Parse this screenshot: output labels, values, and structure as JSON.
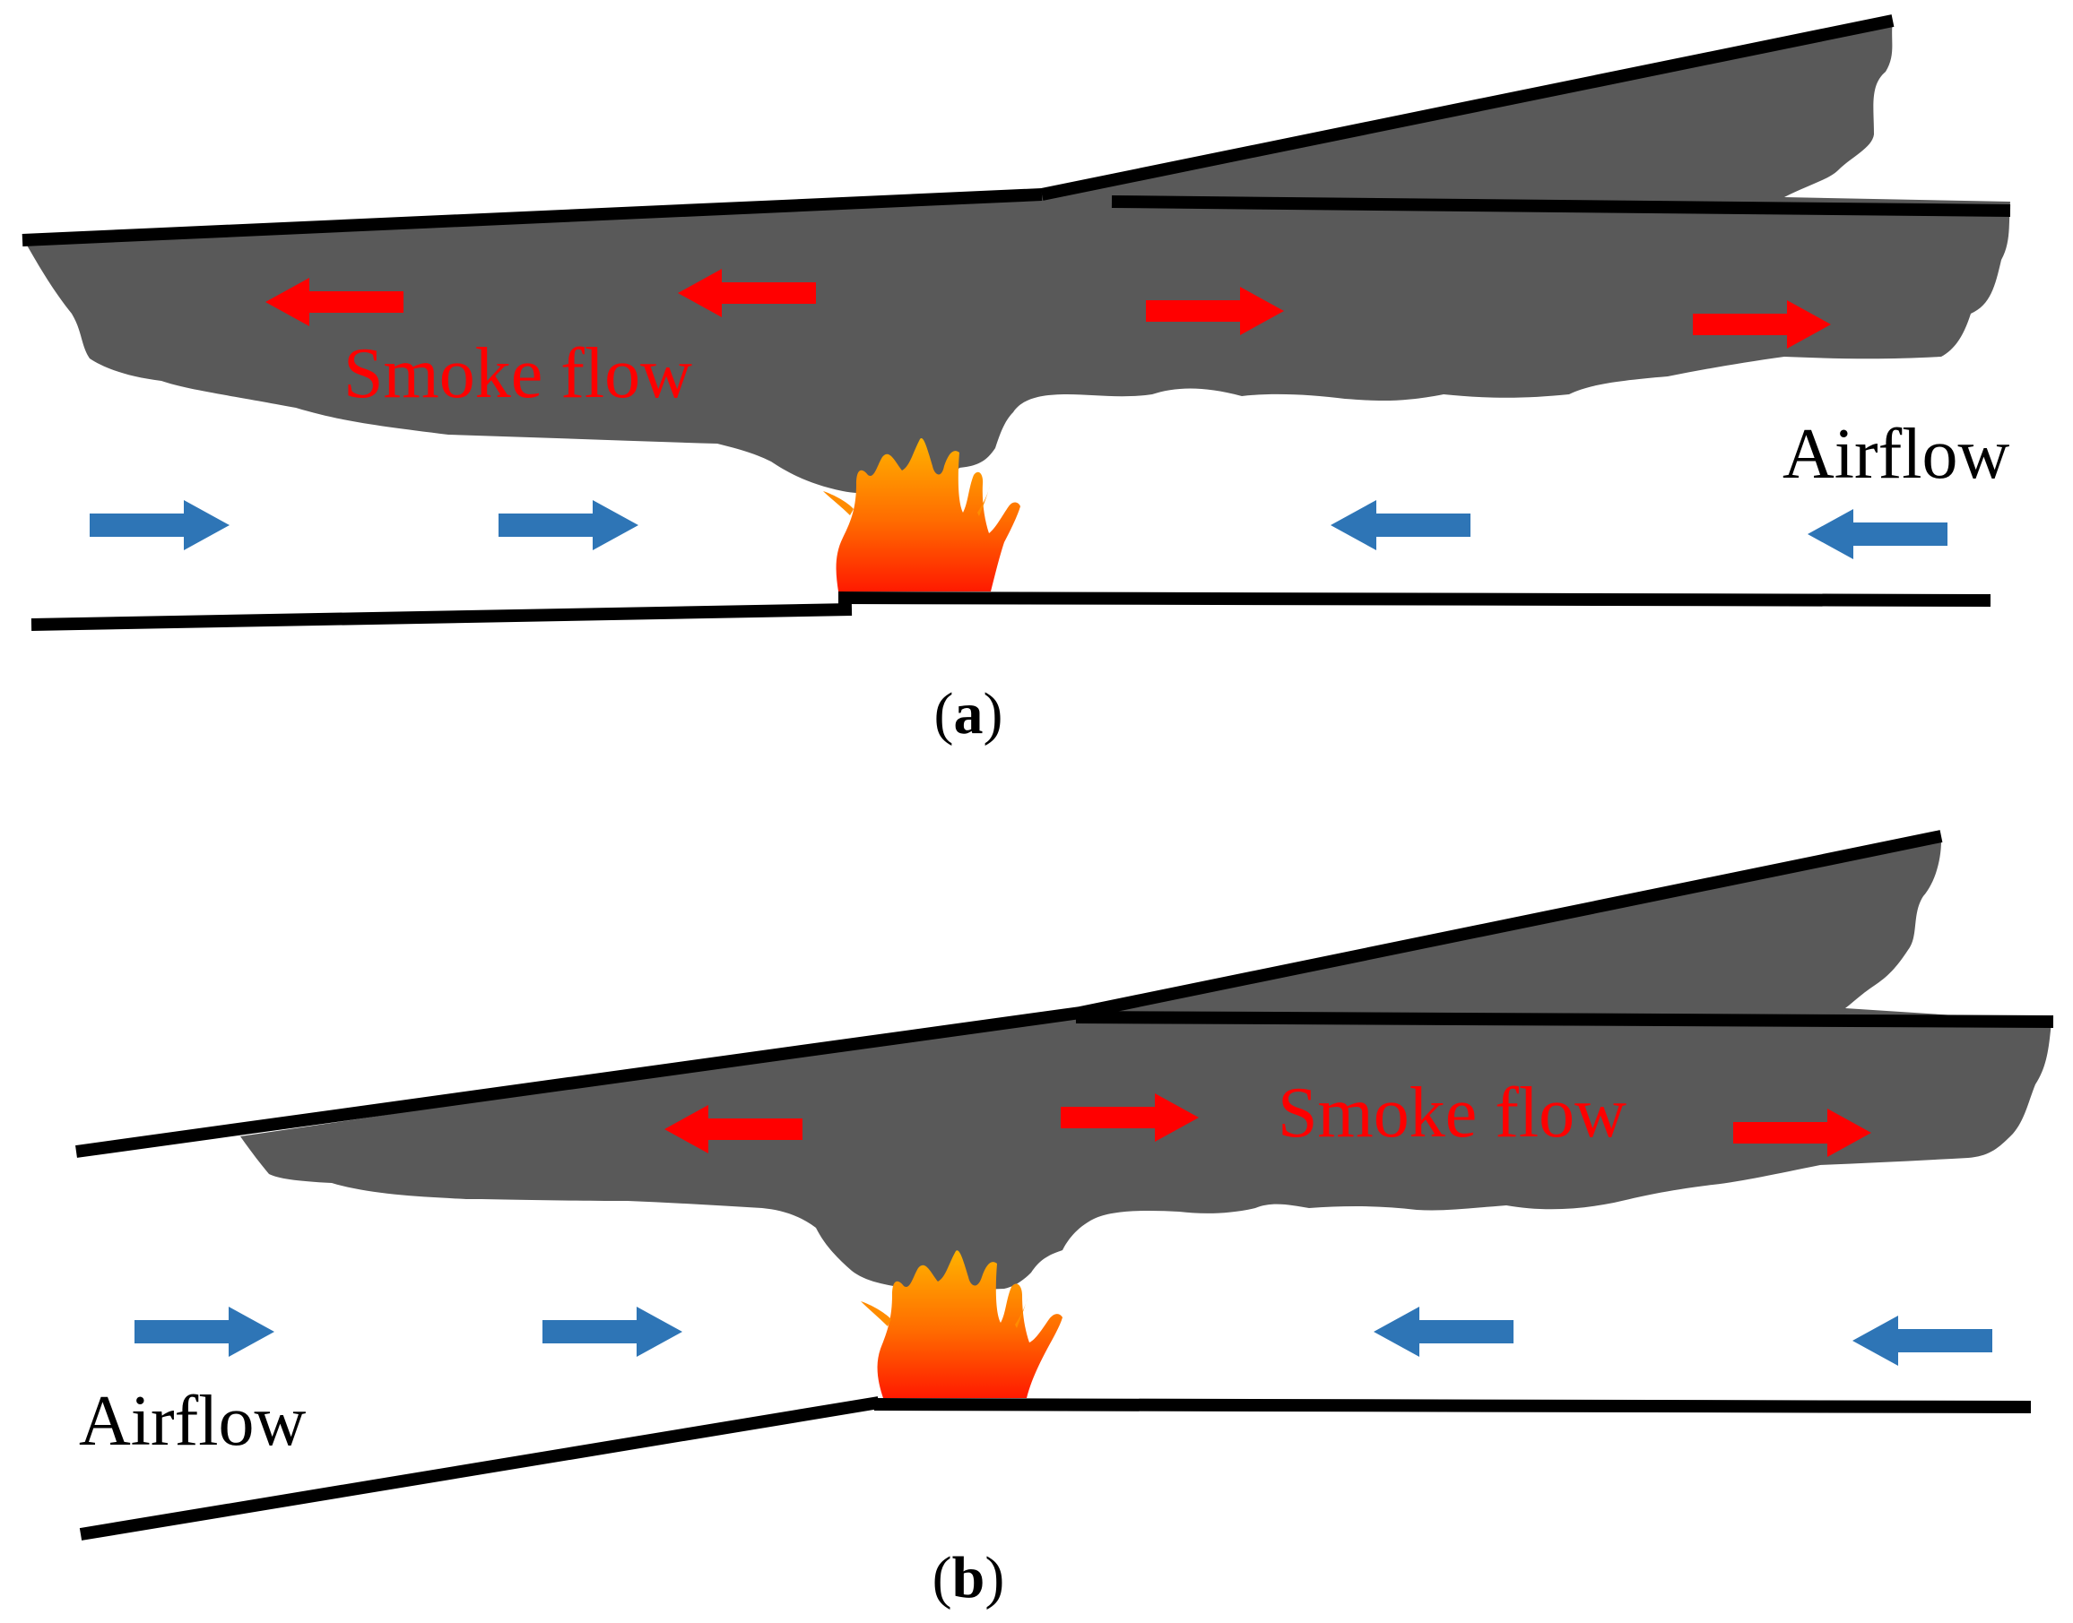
{
  "panel_a": {
    "caption_open": "(",
    "caption_letter": "a",
    "caption_close": ")",
    "smoke_label": "Smoke flow",
    "air_label": "Airflow"
  },
  "panel_b": {
    "caption_open": "(",
    "caption_letter": "b",
    "caption_close": ")",
    "smoke_label": "Smoke flow",
    "air_label": "Airflow"
  },
  "colors": {
    "smoke": "#595959",
    "smoke_arrow": "#ff0000",
    "air_arrow": "#2e75b6",
    "wall": "#000000",
    "fire_top": "#ffb300",
    "fire_bottom": "#ff1a00"
  },
  "icons": {
    "fire": "fire-icon",
    "smoke_arrow": "arrow-icon",
    "air_arrow": "arrow-icon"
  }
}
